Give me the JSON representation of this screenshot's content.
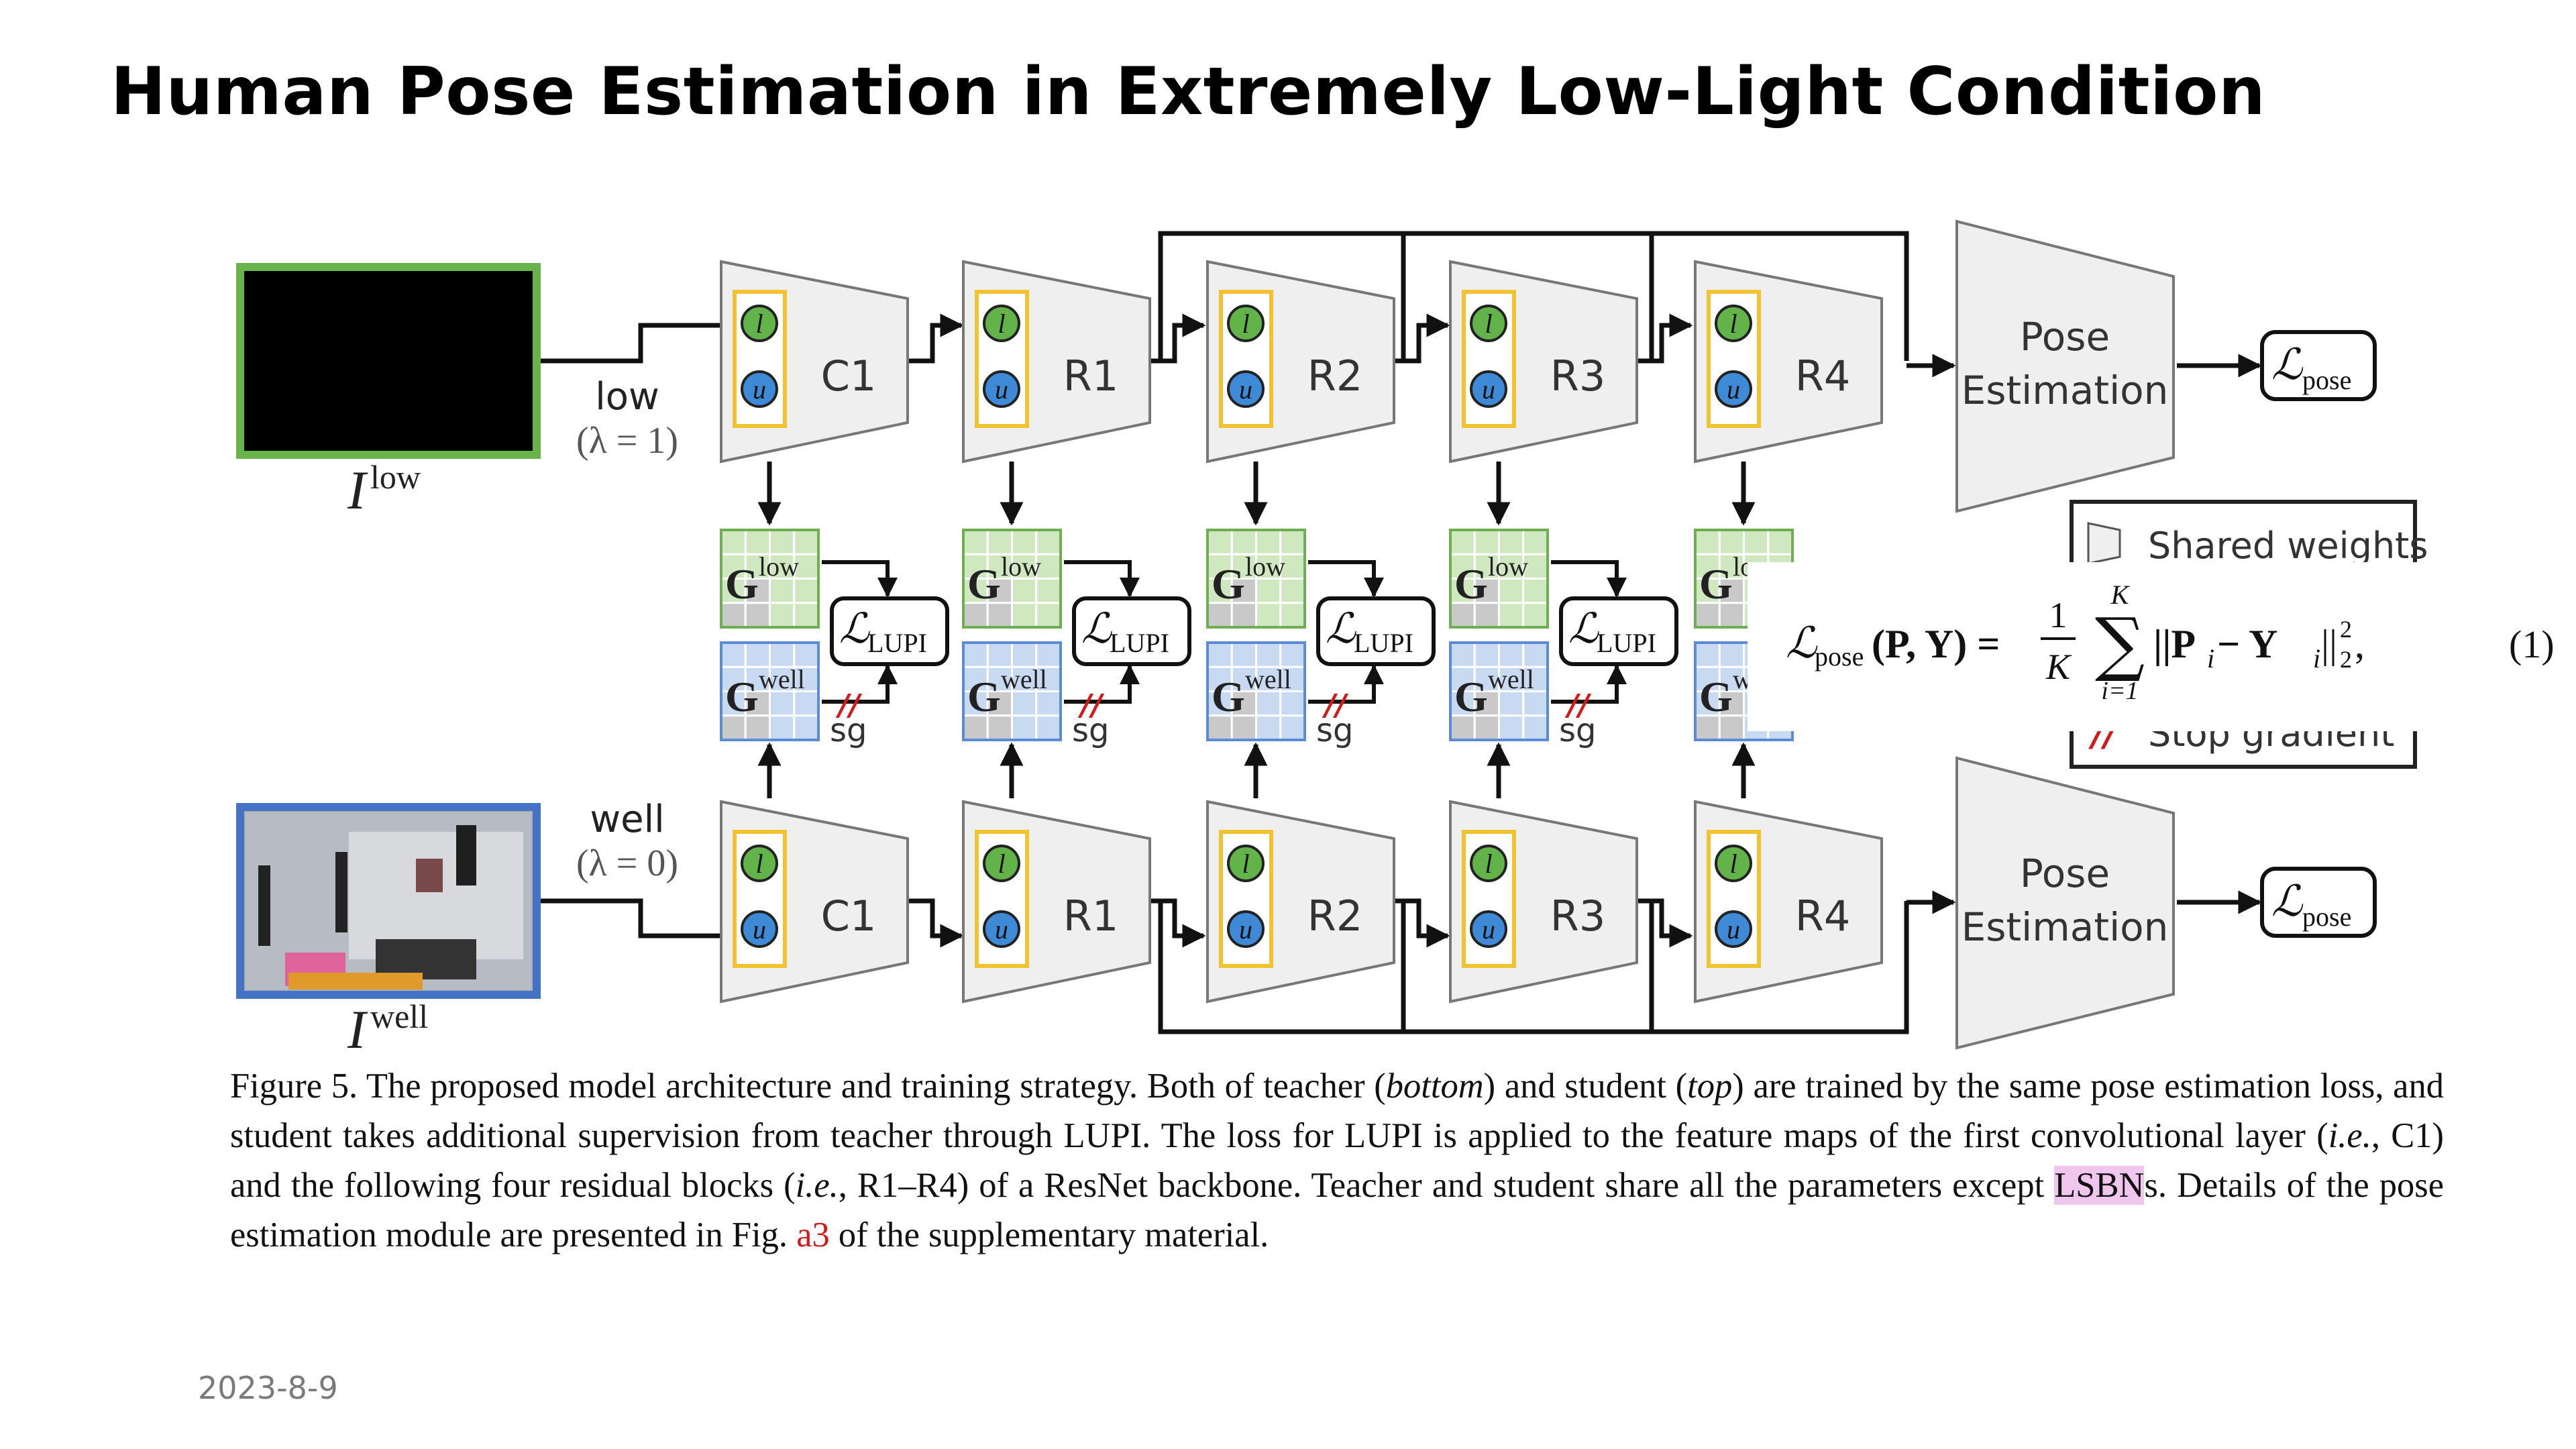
{
  "slide": {
    "title": "Human Pose Estimation in Extremely Low-Light Condition",
    "date": "2023-8-9"
  },
  "figure": {
    "input_low_label": "I",
    "input_low_sup": "low",
    "input_well_label": "I",
    "input_well_sup": "well",
    "stream_low_name": "low",
    "stream_low_lambda": "(λ = 1)",
    "stream_well_name": "well",
    "stream_well_lambda": "(λ = 0)",
    "blocks": [
      "C1",
      "R1",
      "R2",
      "R3",
      "R4"
    ],
    "norm_l": "l",
    "norm_u": "u",
    "gram_symbol": "G",
    "gram_low_sup": "low",
    "gram_well_sup": "well",
    "lupi_symbol": "ℒ",
    "lupi_sub": "LUPI",
    "sg_label": "sg",
    "pose_line1": "Pose",
    "pose_line2": "Estimation",
    "loss_pose_symbol": "ℒ",
    "loss_pose_sub": "pose",
    "legend_shared": "Shared weights",
    "legend_stop": "Stop gradient",
    "equation": {
      "lhs_symbol": "ℒ",
      "lhs_sub": "pose",
      "lhs_args": "(P, Y) =",
      "frac_num": "1",
      "frac_den": "K",
      "sum_top": "K",
      "sum_bottom": "i=1",
      "body": "||P",
      "body_i": "i",
      "body_minus": " − Y",
      "body_i2": "i",
      "body_close": "||",
      "sup": "2",
      "sub": "2",
      "tail": ",",
      "number": "(1)"
    }
  },
  "caption": {
    "p1": "Figure 5. The proposed model architecture and training strategy. Both of teacher (",
    "i1": "bottom",
    "p2": ") and student (",
    "i2": "top",
    "p3": ") are trained by the same pose estimation loss, and student takes additional supervision from teacher through LUPI. The loss for LUPI is applied to the feature maps of the first convolutional layer (",
    "i3": "i.e.",
    "p4": ", C1) and the following four residual blocks (",
    "i4": "i.e.",
    "p5": ", R1–R4) of a ResNet backbone. Teacher and student share all the parameters except ",
    "hl": "LSBN",
    "p6": "s. Details of the pose estimation module are presented in Fig. ",
    "ref": "a3",
    "p7": " of the supplementary material."
  },
  "colors": {
    "low_border": "#69b34c",
    "well_border": "#4472c4",
    "norm_box": "#f2c230",
    "circle_l": "#62b34a",
    "circle_u": "#3e8ad6",
    "gram_low": "#cfe8bf",
    "gram_well": "#c8d9f2",
    "stop_gradient": "#d21a1a",
    "trapezoid_fill": "#efefef",
    "highlight": "#f1c6ee"
  }
}
